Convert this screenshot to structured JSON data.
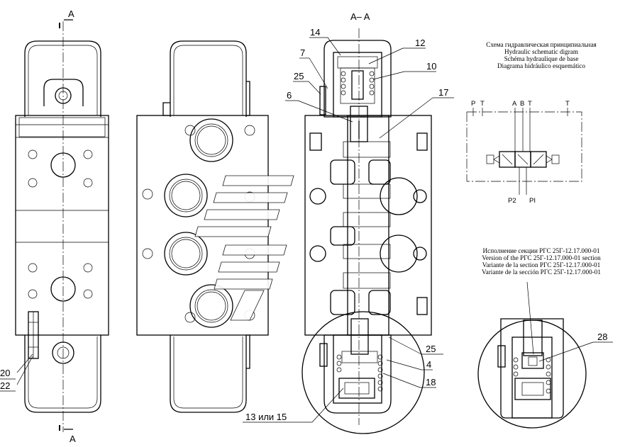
{
  "section_marks": {
    "a_top": "A",
    "a_bottom": "A",
    "section_title": "A– A"
  },
  "callouts": {
    "c14": "14",
    "c12": "12",
    "c7": "7",
    "c10": "10",
    "c25a": "25",
    "c6": "6",
    "c17": "17",
    "c25b": "25",
    "c4": "4",
    "c18": "18",
    "c13": "13  или 15",
    "c20": "20",
    "c22": "22",
    "c28": "28"
  },
  "schematic": {
    "caption_lines": [
      "Схема гидравлическая принципиальная",
      "Hydraulic schematic digram",
      "Schéma hydraulique de base",
      "Diagrama hidráulico esquemático"
    ],
    "ports_top": {
      "p": "P",
      "t1": "T",
      "a": "A",
      "b": "B",
      "t2": "T",
      "t3": "T"
    },
    "ports_bottom": {
      "p2": "P2",
      "p1": "PI"
    }
  },
  "version": {
    "caption_lines": [
      "Исполнение секции РГС 25Г-12.17.000-01",
      "Version of the РГС 25Г-12.17.000-01 section",
      "Variante de la section РГС 25Г-12.17.000-01",
      "Variante de la sección РГС 25Г-12.17.000-01"
    ]
  }
}
